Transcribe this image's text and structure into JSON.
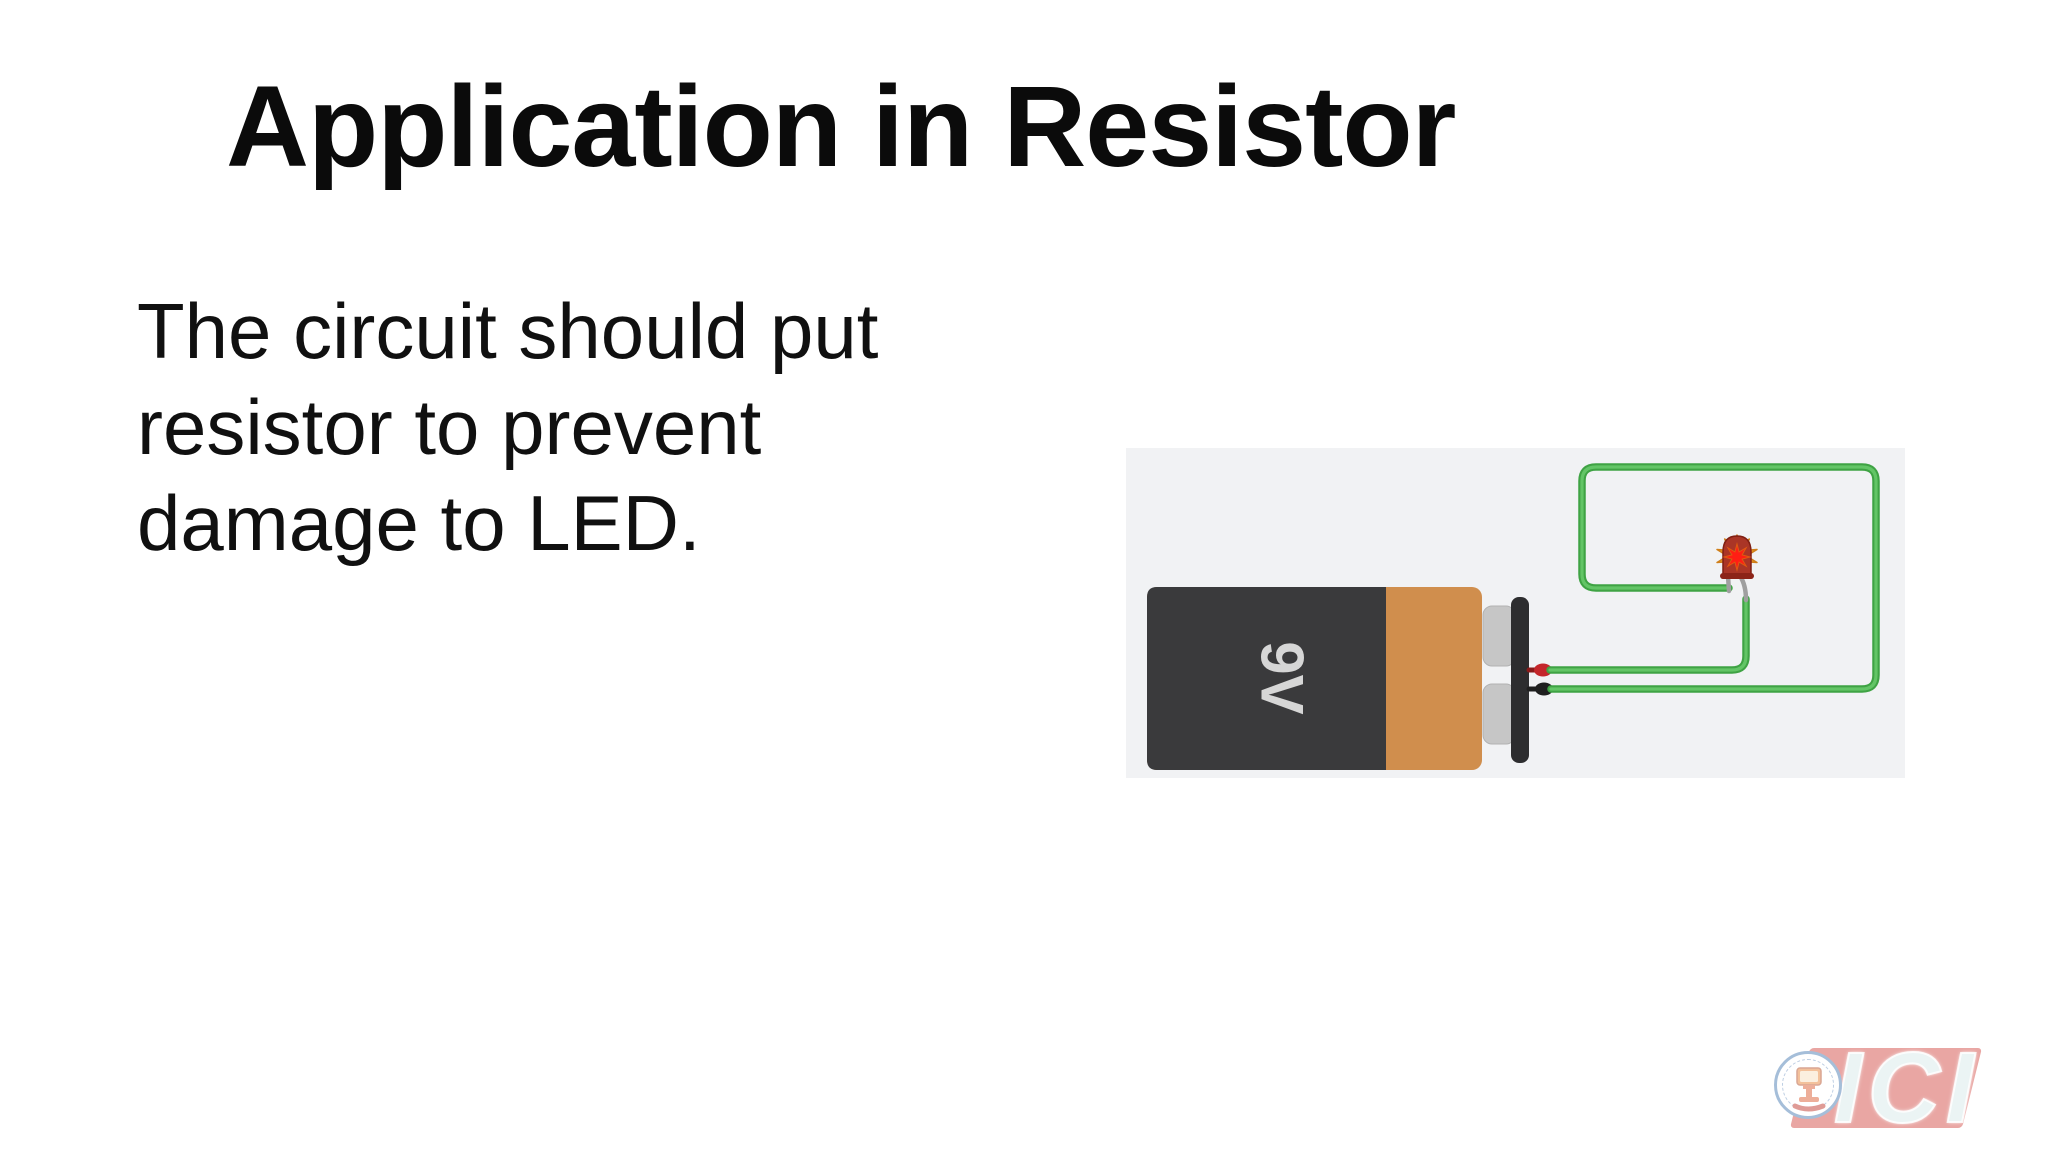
{
  "slide": {
    "title": "Application in Resistor",
    "body_lines": [
      "The circuit should put",
      "resistor to prevent",
      "damage to LED."
    ]
  },
  "circuit": {
    "battery_label": "9V",
    "led_state": "burned-out",
    "colors": {
      "panel_bg": "#f1f2f4",
      "battery_body": "#3a3a3c",
      "battery_cell": "#d08e4d",
      "terminal_cap": "#c6c6c6",
      "connector_strip": "#2d2d2f",
      "wire_green": "#4caf50",
      "positive_dot": "#c4262a",
      "negative_dot": "#1f1f1f",
      "led_flash_outer": "#f0a028",
      "led_flash_inner": "#ff1e14"
    }
  },
  "logo": {
    "text": "ICI",
    "banner_color": "#d4504a"
  }
}
